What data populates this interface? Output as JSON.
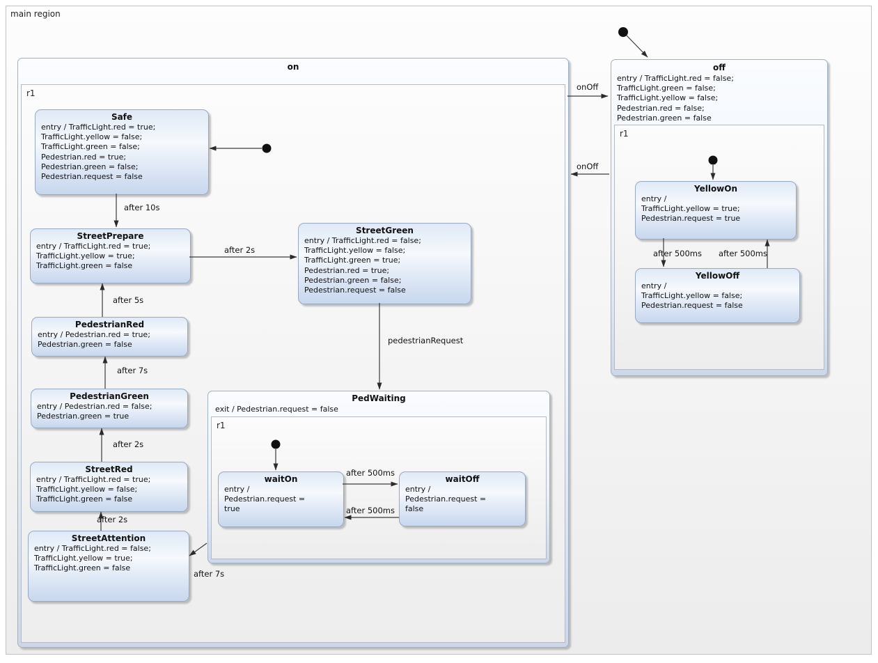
{
  "main_region": {
    "label": "main region"
  },
  "on": {
    "title": "on",
    "region_label": "r1",
    "states": {
      "safe": {
        "title": "Safe",
        "body": "entry / TrafficLight.red = true;\nTrafficLight.yellow = false;\nTrafficLight.green = false;\nPedestrian.red = true;\nPedestrian.green = false;\nPedestrian.request = false"
      },
      "street_prepare": {
        "title": "StreetPrepare",
        "body": "entry / TrafficLight.red = true;\nTrafficLight.yellow = true;\nTrafficLight.green = false"
      },
      "street_green": {
        "title": "StreetGreen",
        "body": "entry / TrafficLight.red = false;\nTrafficLight.yellow = false;\nTrafficLight.green = true;\nPedestrian.red = true;\nPedestrian.green = false;\nPedestrian.request = false"
      },
      "pedestrian_red": {
        "title": "PedestrianRed",
        "body": "entry / Pedestrian.red = true;\nPedestrian.green = false"
      },
      "pedestrian_green": {
        "title": "PedestrianGreen",
        "body": "entry / Pedestrian.red = false;\nPedestrian.green = true"
      },
      "street_red": {
        "title": "StreetRed",
        "body": "entry / TrafficLight.red = true;\nTrafficLight.yellow = false;\nTrafficLight.green = false"
      },
      "street_attention": {
        "title": "StreetAttention",
        "body": "entry / TrafficLight.red = false;\nTrafficLight.yellow = true;\nTrafficLight.green = false"
      }
    },
    "ped_waiting": {
      "title": "PedWaiting",
      "exit_action": "exit / Pedestrian.request = false",
      "region_label": "r1",
      "states": {
        "wait_on": {
          "title": "waitOn",
          "body": "entry /\nPedestrian.request =\ntrue"
        },
        "wait_off": {
          "title": "waitOff",
          "body": "entry /\nPedestrian.request =\nfalse"
        }
      }
    }
  },
  "off": {
    "title": "off",
    "entry_action": "entry / TrafficLight.red = false;\nTrafficLight.green = false;\nTrafficLight.yellow = false;\nPedestrian.red = false;\nPedestrian.green = false",
    "region_label": "r1",
    "states": {
      "yellow_on": {
        "title": "YellowOn",
        "body": "entry /\nTrafficLight.yellow = true;\nPedestrian.request = true"
      },
      "yellow_off": {
        "title": "YellowOff",
        "body": "entry /\nTrafficLight.yellow = false;\nPedestrian.request = false"
      }
    }
  },
  "transitions": {
    "safe_to_street_prepare": "after 10s",
    "street_prepare_to_street_green": "after 2s",
    "pedestrian_red_to_street_prepare": "after 5s",
    "pedestrian_green_to_pedestrian_red": "after 7s",
    "street_red_to_pedestrian_green": "after 2s",
    "street_attention_to_street_red": "after 2s",
    "street_green_to_ped_waiting": "pedestrianRequest",
    "ped_waiting_to_street_attention": "after 7s",
    "wait_on_to_wait_off": "after 500ms",
    "wait_off_to_wait_on": "after 500ms",
    "on_to_off": "onOff",
    "off_to_on": "onOff",
    "yellow_on_to_yellow_off": "after 500ms",
    "yellow_off_to_yellow_on": "after 500ms"
  },
  "colors": {
    "state_fill_top": "#dfe9f6",
    "state_fill_mid": "#f6f9fd",
    "state_fill_bottom": "#c7d7ee",
    "state_border": "#97a9c1",
    "composite_border": "#9fb1c6",
    "composite_fill_bottom": "#ccd8ea",
    "region_fill": "#f3f3f3",
    "transition_line": "#3a3a3a"
  }
}
